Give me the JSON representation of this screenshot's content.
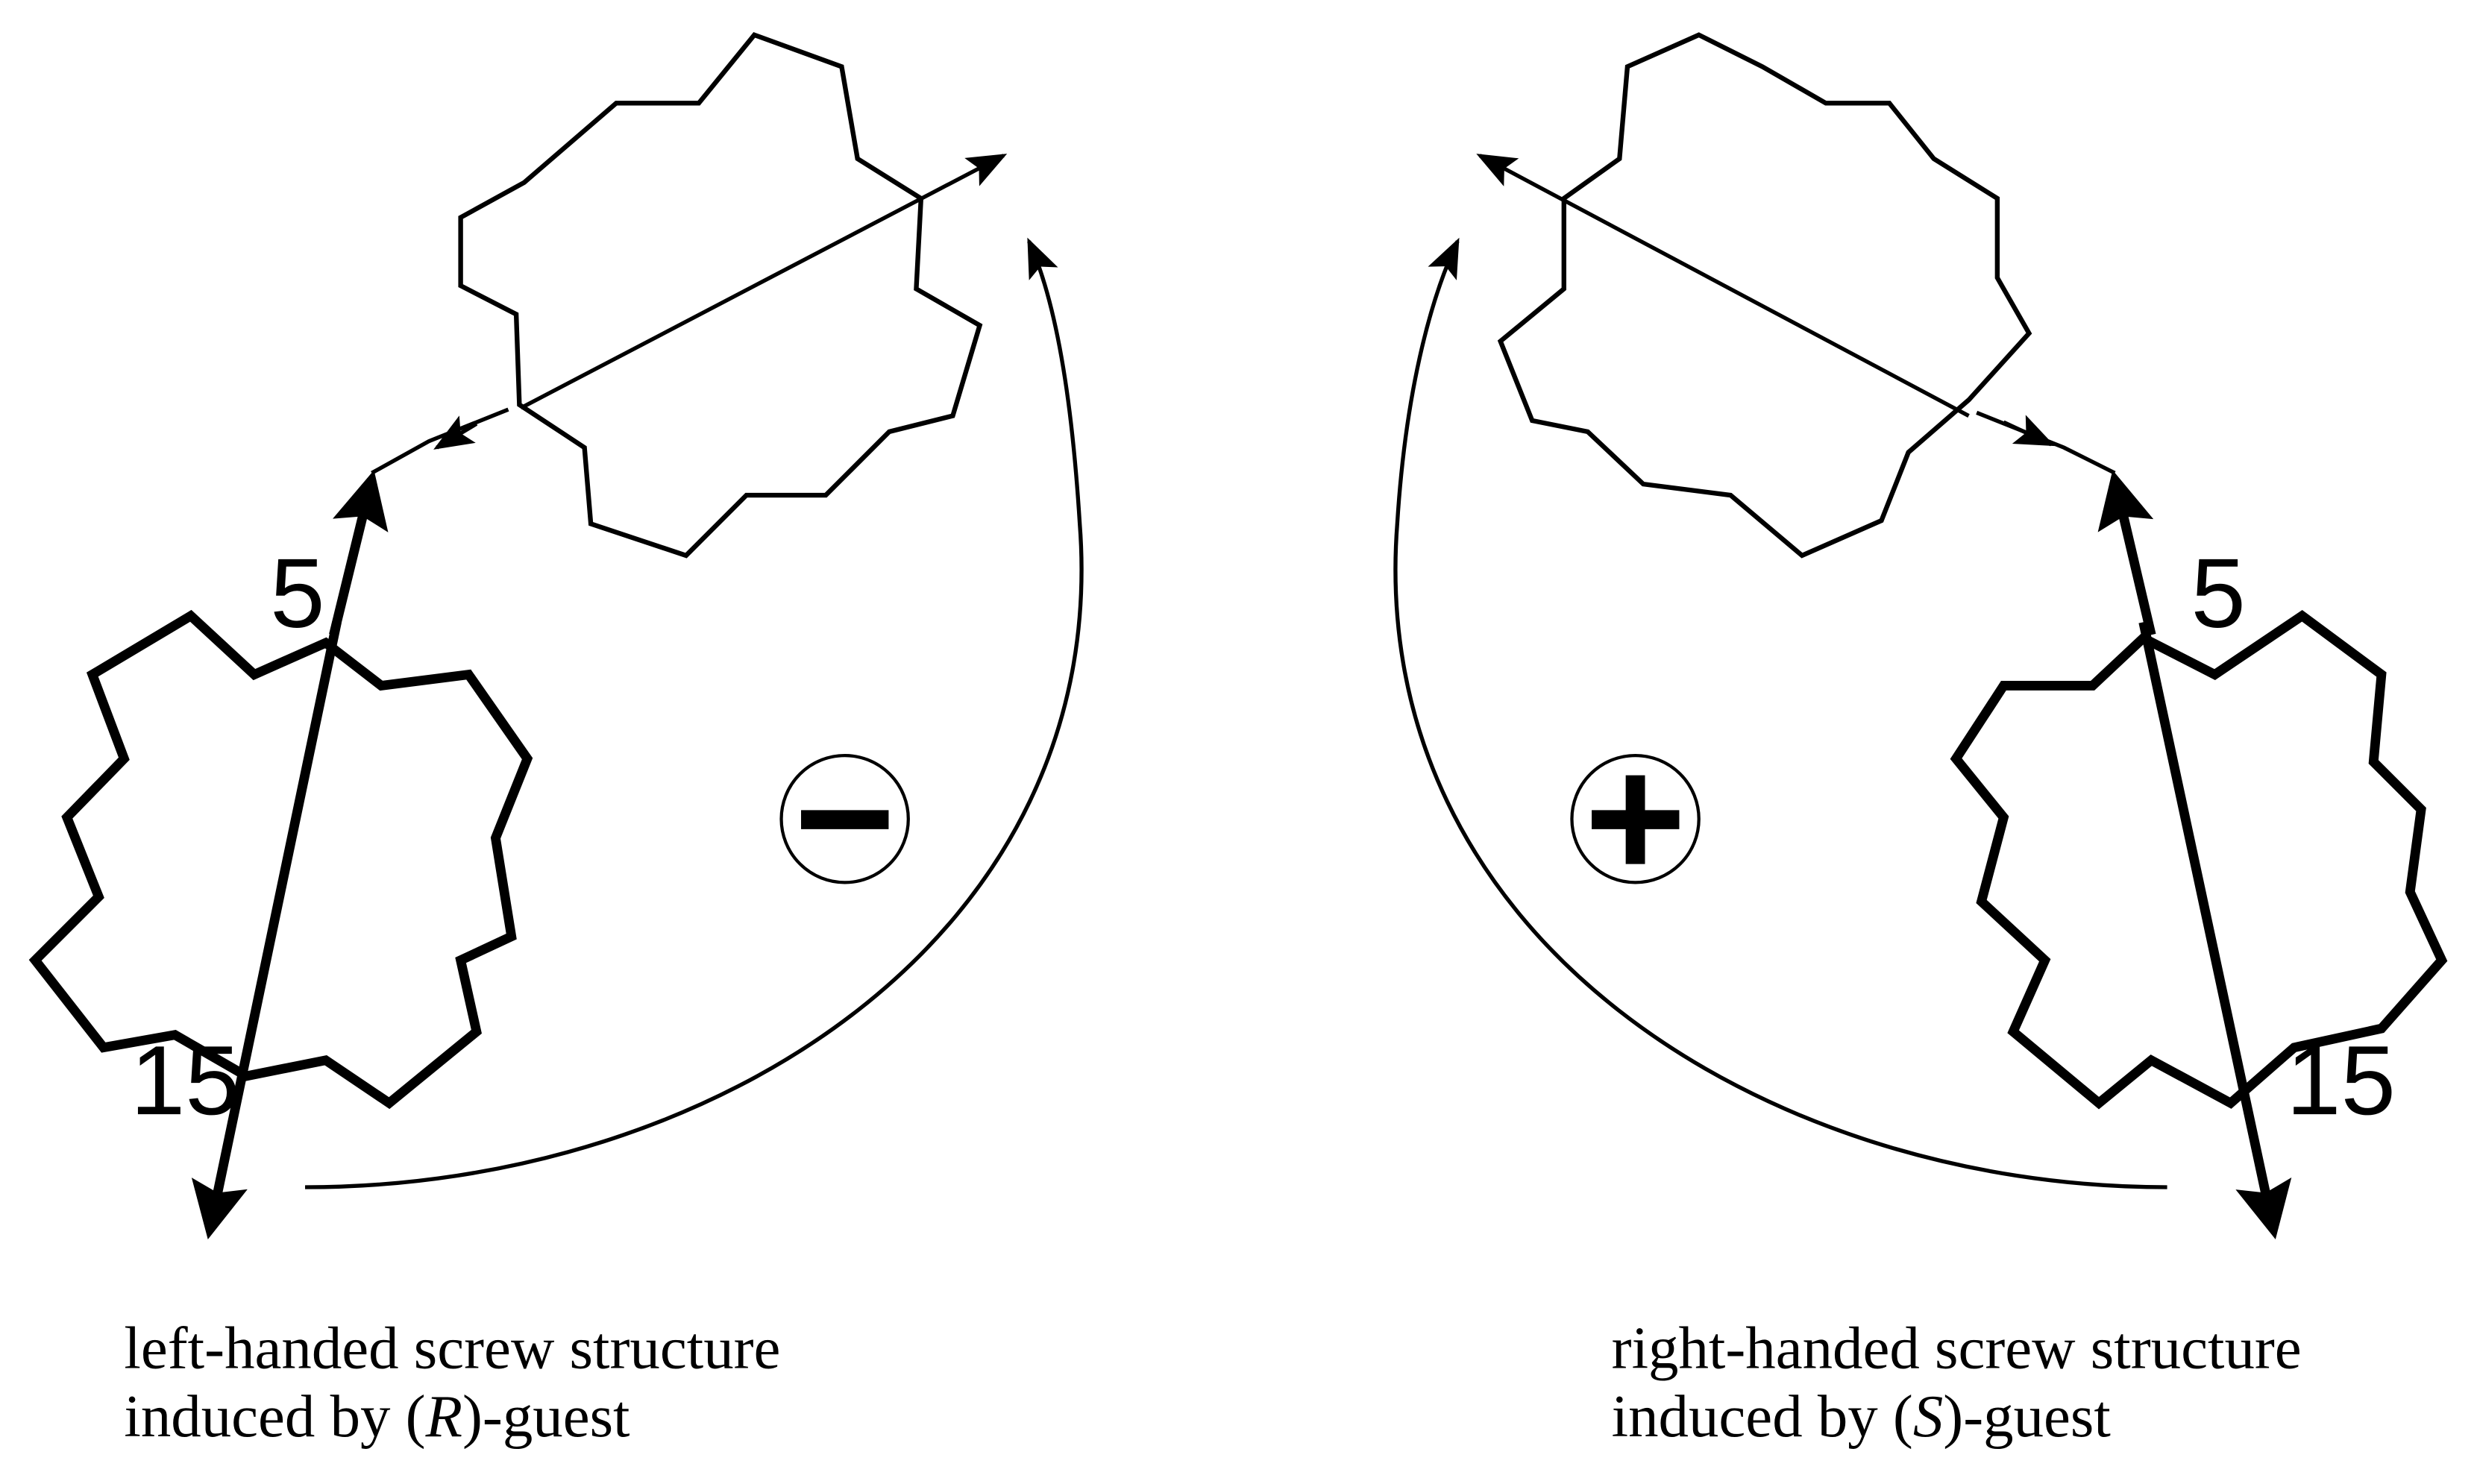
{
  "left_panel": {
    "label_top": "5",
    "label_bottom": "15",
    "sign": "−",
    "caption_line1": "left-handed screw structure",
    "caption_line2_pre": "induced by (",
    "caption_line2_italic": "R",
    "caption_line2_post": ")-guest"
  },
  "right_panel": {
    "label_top": "5",
    "label_bottom": "15",
    "sign": "+",
    "caption_line1": "right-handed screw structure",
    "caption_line2_pre": "induced by (",
    "caption_line2_italic": "S",
    "caption_line2_post": ")-guest"
  },
  "colors": {
    "ink": "#000000",
    "background": "#ffffff"
  }
}
